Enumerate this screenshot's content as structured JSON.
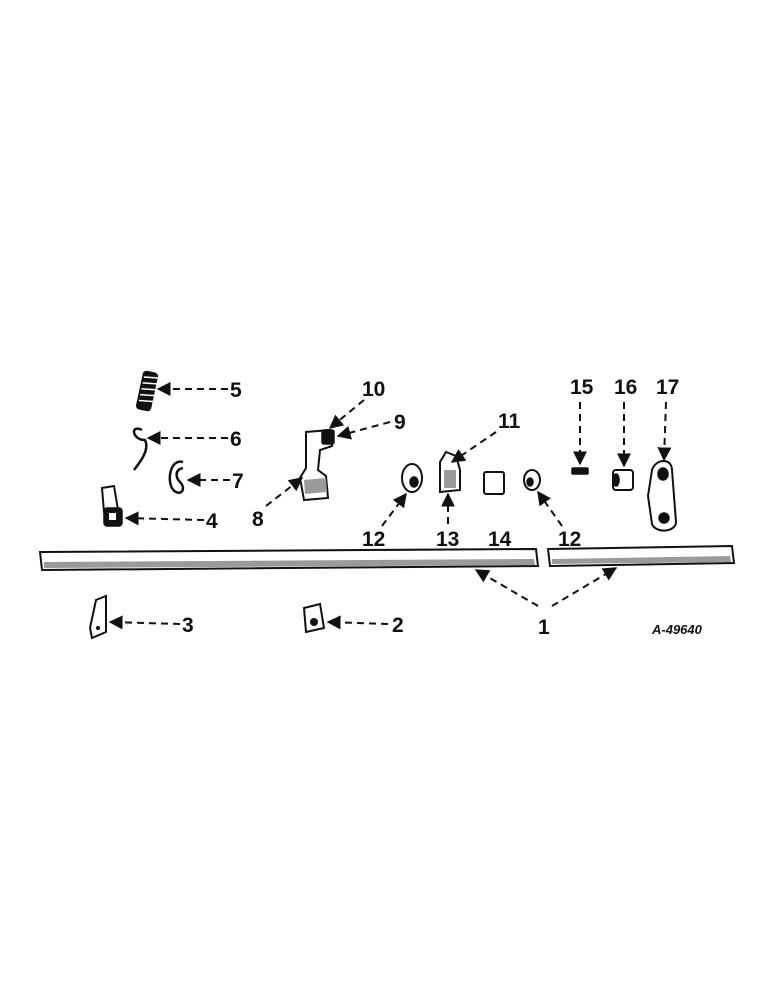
{
  "drawing_number": "A-49640",
  "callouts": {
    "c1": "1",
    "c2": "2",
    "c3": "3",
    "c4": "4",
    "c5": "5",
    "c6": "6",
    "c7": "7",
    "c8": "8",
    "c9": "9",
    "c10": "10",
    "c11": "11",
    "c12a": "12",
    "c12b": "12",
    "c13": "13",
    "c14": "14",
    "c15": "15",
    "c16": "16",
    "c17": "17"
  }
}
